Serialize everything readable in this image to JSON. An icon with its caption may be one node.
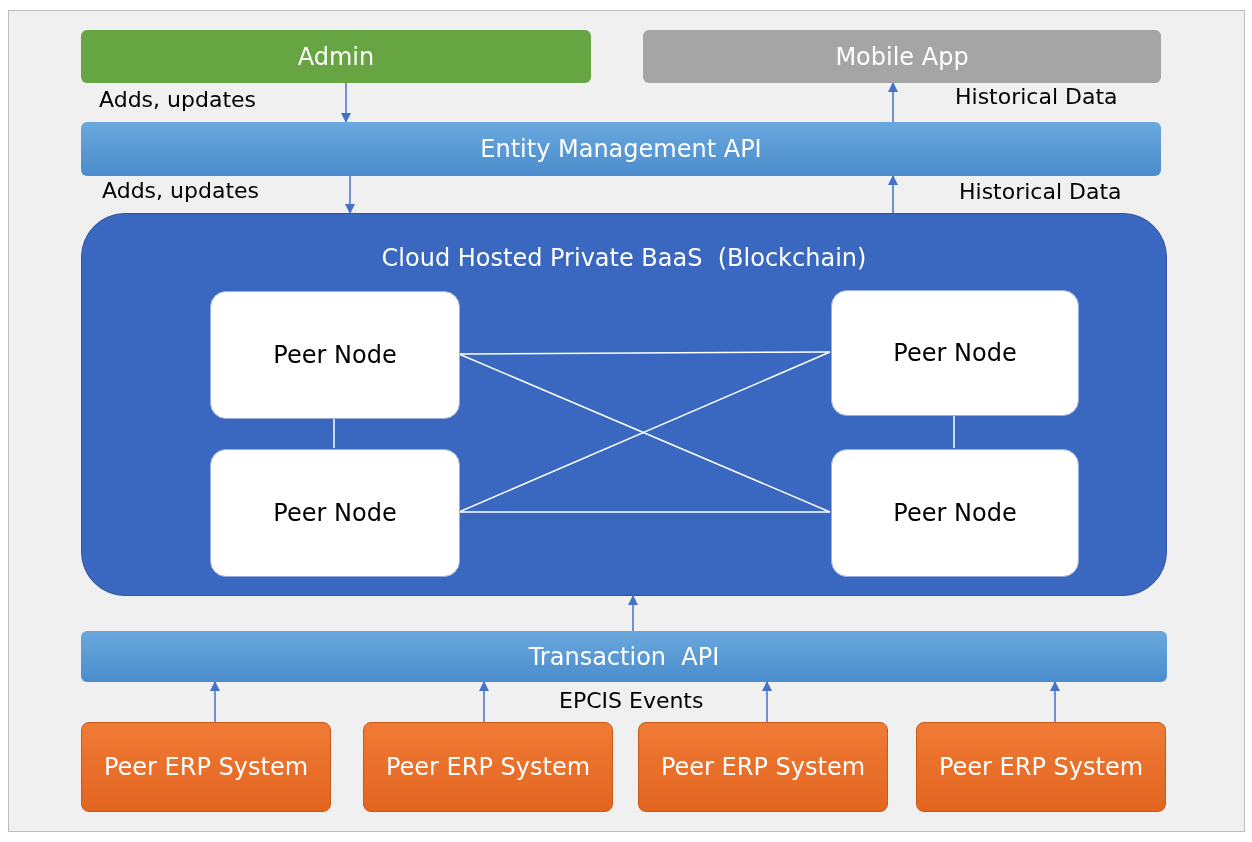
{
  "diagram": {
    "nodes": [
      {
        "text": [
          "Admin"
        ]
      },
      {
        "text": [
          "Mobile App"
        ]
      },
      {
        "text": [
          "Entity Management API"
        ]
      },
      {
        "text": [
          "Cloud Hosted Private BaaS  (Blockchain)"
        ]
      },
      {
        "text": [
          "Peer Node"
        ],
        "in": 3
      },
      {
        "text": [
          "Peer Node"
        ],
        "in": 3
      },
      {
        "text": [
          "Peer Node"
        ],
        "in": 3
      },
      {
        "text": [
          "Peer Node"
        ],
        "in": 3
      },
      {
        "text": [
          "Transaction  API"
        ]
      },
      {
        "text": [
          "Peer ERP System"
        ]
      },
      {
        "text": [
          "Peer ERP System"
        ]
      },
      {
        "text": [
          "Peer ERP System"
        ]
      },
      {
        "text": [
          "Peer ERP System"
        ]
      }
    ],
    "edges": [
      {
        "from": 0,
        "to": 2,
        "arrow": "to",
        "label": "Adds, updates"
      },
      {
        "from": 2,
        "to": 1,
        "arrow": "to",
        "label": "Historical Data"
      },
      {
        "from": 2,
        "to": 3,
        "arrow": "to",
        "label": "Adds, updates"
      },
      {
        "from": 3,
        "to": 2,
        "arrow": "to",
        "label": "Historical Data"
      },
      {
        "from": 4,
        "to": 5,
        "arrow": "none",
        "color": "#ffffff"
      },
      {
        "from": 4,
        "to": 6,
        "arrow": "none",
        "color": "#ffffff"
      },
      {
        "from": 5,
        "to": 7,
        "arrow": "none",
        "color": "#ffffff"
      },
      {
        "from": 6,
        "to": 7,
        "arrow": "none",
        "color": "#ffffff"
      },
      {
        "from": 4,
        "to": 7,
        "arrow": "none",
        "color": "#ffffff"
      },
      {
        "from": 6,
        "to": 5,
        "arrow": "none",
        "color": "#ffffff"
      },
      {
        "from": 8,
        "to": 3,
        "arrow": "to"
      },
      {
        "from": 9,
        "to": 8,
        "arrow": "to"
      },
      {
        "from": 10,
        "to": 8,
        "arrow": "to"
      },
      {
        "from": 11,
        "to": 8,
        "arrow": "to"
      },
      {
        "from": 12,
        "to": 8,
        "arrow": "to"
      }
    ],
    "labels": [
      "EPCIS Events"
    ]
  }
}
